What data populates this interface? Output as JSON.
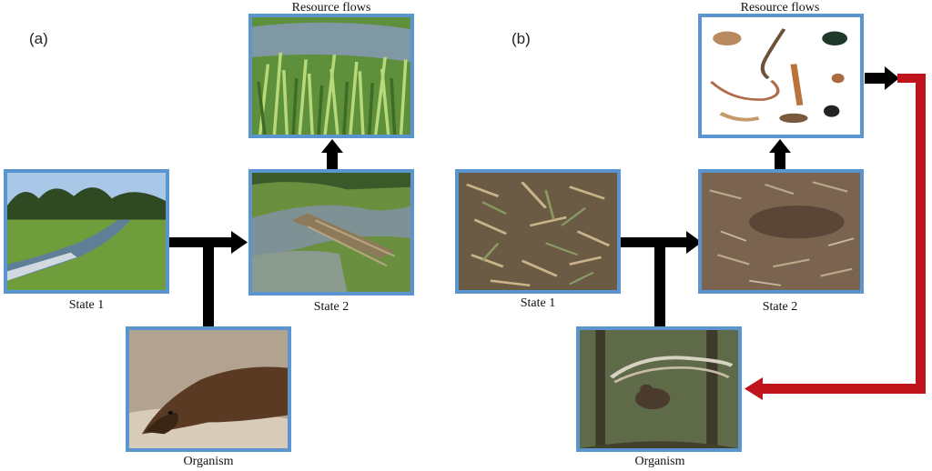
{
  "panel_a": {
    "label": "(a)",
    "state1_caption": "State 1",
    "state2_caption": "State 2",
    "resource_caption": "Resource flows",
    "organism_caption": "Organism"
  },
  "panel_b": {
    "label": "(b)",
    "state1_caption": "State 1",
    "state2_caption": "State 2",
    "resource_caption": "Resource flows",
    "organism_caption": "Organism"
  },
  "colors": {
    "frame_border": "#5b95cf",
    "arrow_black": "#000000",
    "arrow_red": "#c0141c"
  },
  "icons": {
    "a_state1": "stream-meadow-photo",
    "a_state2": "beaver-dam-pond-photo",
    "a_resource": "reed-wetland-photo",
    "a_organism": "beaver-photo",
    "b_state1": "leaf-litter-photo",
    "b_state2": "disturbed-litter-photo",
    "b_resource": "soil-invertebrates-photo",
    "b_organism": "lyrebird-photo"
  }
}
